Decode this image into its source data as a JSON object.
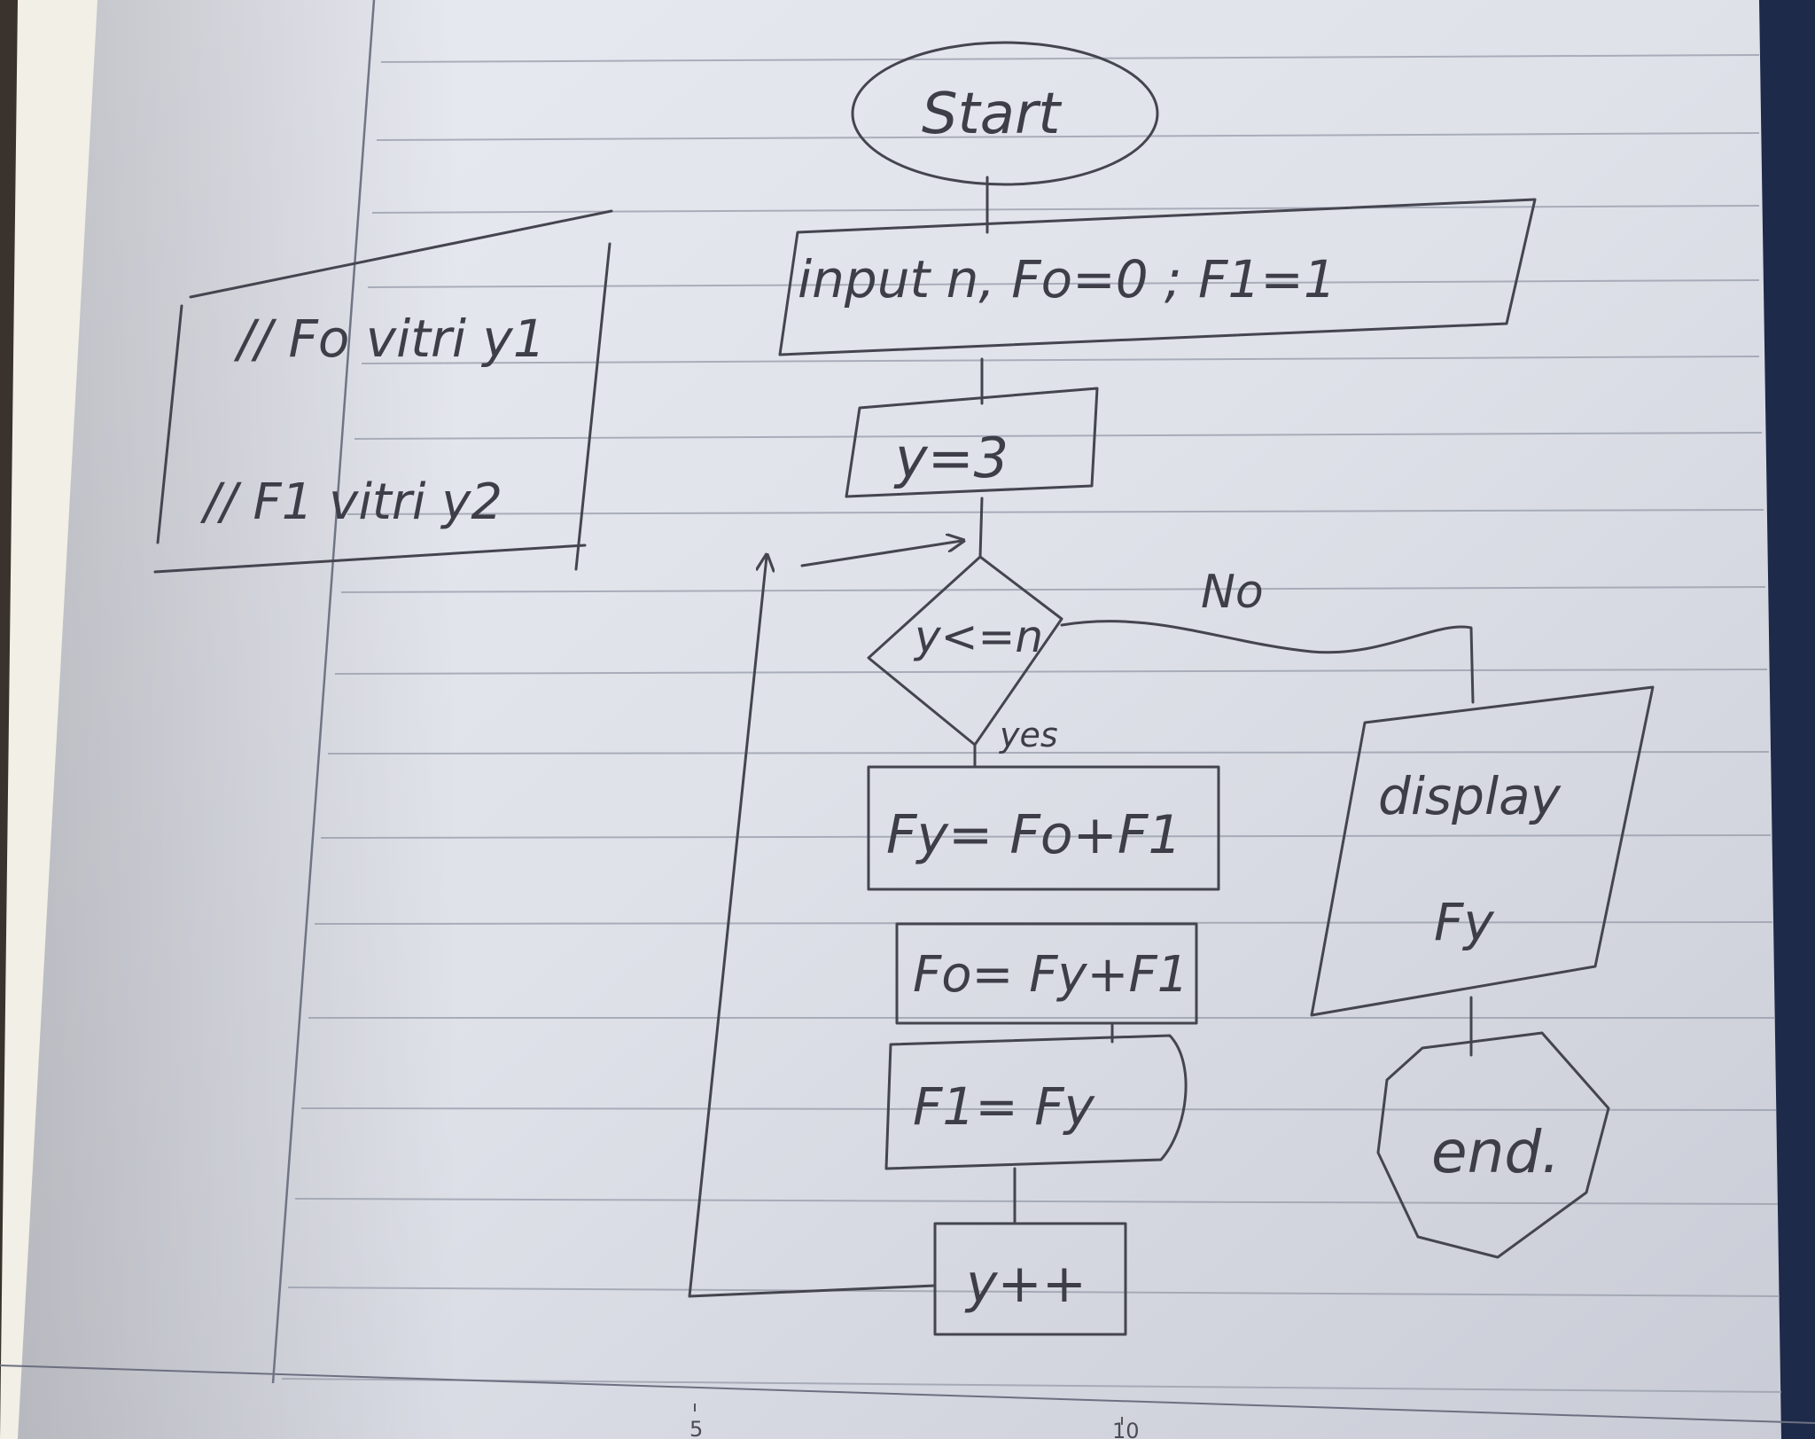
{
  "flowchart": {
    "start": "Start",
    "input": "input n, Fo=0 ; F1=1",
    "init": "y=3",
    "condition": "y<=n",
    "no_label": "No",
    "yes_label": "yes",
    "step1": "Fy= Fo+F1",
    "step2": "Fo= Fy+F1",
    "step3": "F1= Fy",
    "step4": "y++",
    "output_label": "display",
    "output_value": "Fy",
    "end": "end."
  },
  "notes": {
    "line1": "// Fo vitri y1",
    "line2": "// F1 vitri y2"
  },
  "ruler": {
    "mark_5": "5",
    "mark_10": "10"
  }
}
